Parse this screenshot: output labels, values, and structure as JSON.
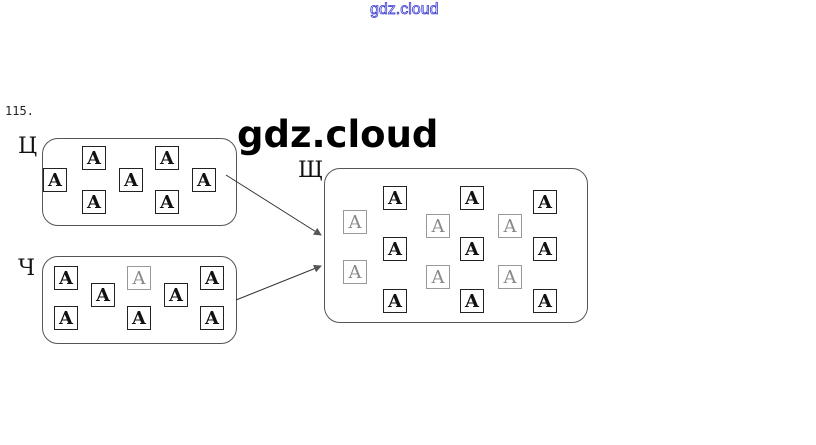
{
  "watermark_top": "gdz.cloud",
  "watermark_big": "gdz.cloud",
  "problem_number": "115.",
  "sets": {
    "ts": {
      "label": "Ц",
      "letter": "A"
    },
    "ch": {
      "label": "Ч",
      "letter": "A"
    },
    "shch": {
      "label": "Щ",
      "letter": "A"
    }
  }
}
